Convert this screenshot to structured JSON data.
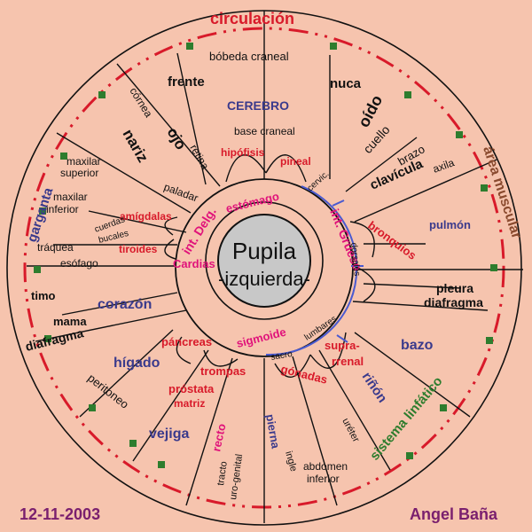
{
  "date": "12-11-2003",
  "author": "Angel Baña",
  "pupil": {
    "line1": "Pupila",
    "line2": "-izquierda-"
  },
  "labels": {
    "circulacion": "circulación",
    "boveda": "bóbeda craneal",
    "frente": "frente",
    "nuca": "nuca",
    "cerebro": "CEREBRO",
    "cornea": "córnea",
    "ojo": "ojo",
    "oido": "oído",
    "nariz": "nariz",
    "base_craneal": "base craneal",
    "hipofisis": "hipófisis",
    "pineal": "pineal",
    "retina": "retina",
    "cuello": "cuello",
    "brazo": "brazo",
    "maxilar_superior_1": "maxilar",
    "maxilar_superior_2": "superior",
    "clavicula": "clavícula",
    "axila": "axila",
    "area_muscular": "área muscular",
    "paladar": "paladar",
    "estomago": "estómago",
    "cervic": "cervic.",
    "garganta": "garganta",
    "maxilar_inferior_1": "maxilar",
    "maxilar_inferior_2": "inferior",
    "int_delg": "int. Delg.",
    "amigdalas": "amígdalas",
    "cuerdas": "cuerdas",
    "bucales": "bucales",
    "traquea": "tráquea",
    "tiroides": "tiroides",
    "int_grueso": "int. Grueso",
    "bronquios": "bronquios",
    "pulmon": "pulmón",
    "dorsales": "dorsales",
    "cardias": "Cardias",
    "esofago": "esófago",
    "timo": "timo",
    "pleura": "pleura",
    "diafragma_r": "diafragma",
    "corazon": "corazón",
    "mama": "mama",
    "diafragma_l": "diafragma",
    "sigmoide": "sigmoide",
    "lumbares": "lumbares",
    "sacro": "sacro",
    "pancreas": "páncreas",
    "suprarrenal_1": "supra-",
    "suprarrenal_2": "rrenal",
    "bazo": "bazo",
    "higado": "hígado",
    "trompas": "trompas",
    "prostata": "próstata",
    "matriz": "matriz",
    "gonadas": "gónadas",
    "rinon": "riñón",
    "sistema_linfatico": "sistema linfático",
    "peritoneo": "peritoneo",
    "vejiga": "vejiga",
    "recto": "recto",
    "tracto_1": "tracto",
    "tracto_2": "uro-genital",
    "pierna": "pierna",
    "ingle": "ingle",
    "abdomen_1": "abdomen",
    "abdomen_2": "inferior",
    "ureter": "uréter"
  },
  "colors": {
    "background": "#f6c4ae",
    "red_dash": "#d81a2a",
    "square": "#2e7d2e",
    "pupil": "#c8c8c8",
    "zone_line": "#4a5ad0"
  }
}
